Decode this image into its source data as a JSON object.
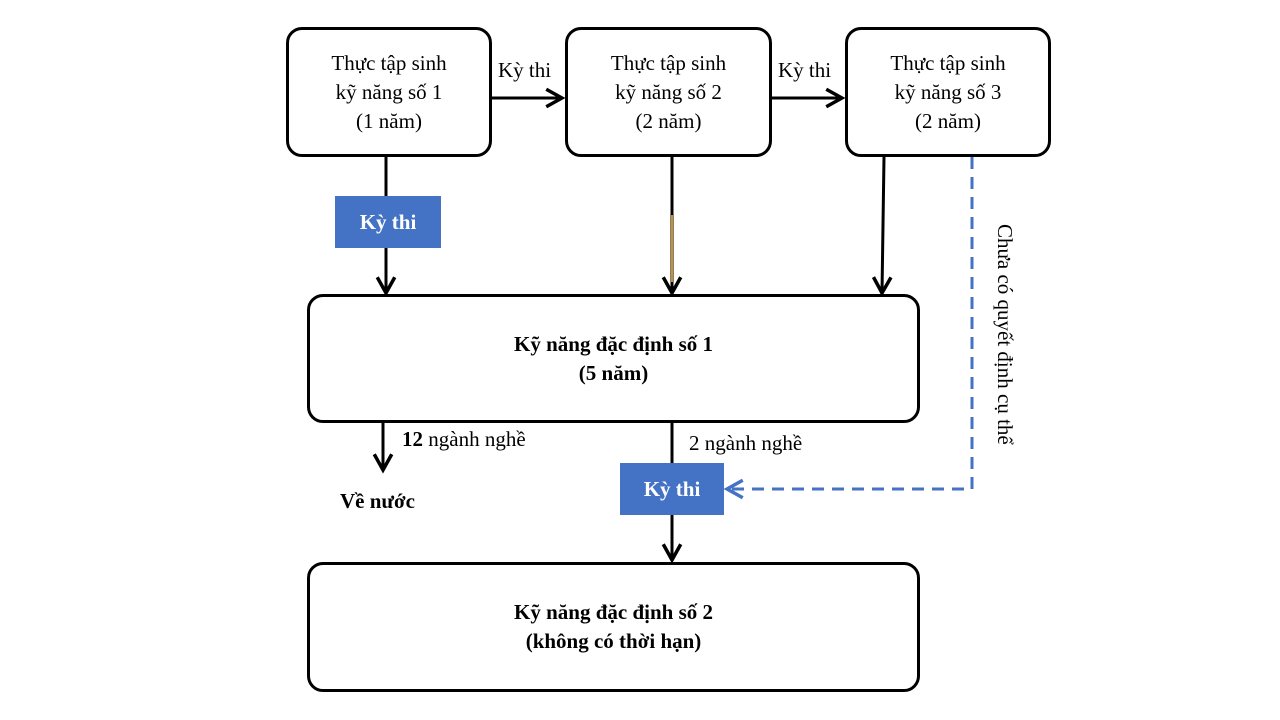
{
  "colors": {
    "exam_fill": "#4472c4",
    "dashed": "#4472c4",
    "line": "#000000",
    "highlight": "#c8902a"
  },
  "nodes": {
    "intern1": [
      "Thực tập sinh",
      "kỹ năng số 1",
      "(1 năm)"
    ],
    "intern2": [
      "Thực tập sinh",
      "kỹ năng số 2",
      "(2 năm)"
    ],
    "intern3": [
      "Thực tập sinh",
      "kỹ năng số 3",
      "(2 năm)"
    ],
    "ssw1": [
      "Kỹ năng đặc định số 1",
      "(5 năm)"
    ],
    "ssw2": [
      "Kỹ năng đặc định số 2",
      "(không có thời hạn)"
    ]
  },
  "edge_labels": {
    "exam_1_to_2": "Kỳ thi",
    "exam_2_to_3": "Kỳ thi",
    "exam_box_top": "Kỳ thi",
    "exam_box_bottom": "Kỳ thi",
    "twelve_num": "12",
    "twelve_text": " ngành nghề",
    "two_fields": "2 ngành nghề",
    "go_home": "Về nước",
    "dashed_vertical": "Chưa có quyết định cụ thể"
  },
  "icons": [
    "arrow-right-icon",
    "arrow-down-icon",
    "arrow-left-icon"
  ]
}
